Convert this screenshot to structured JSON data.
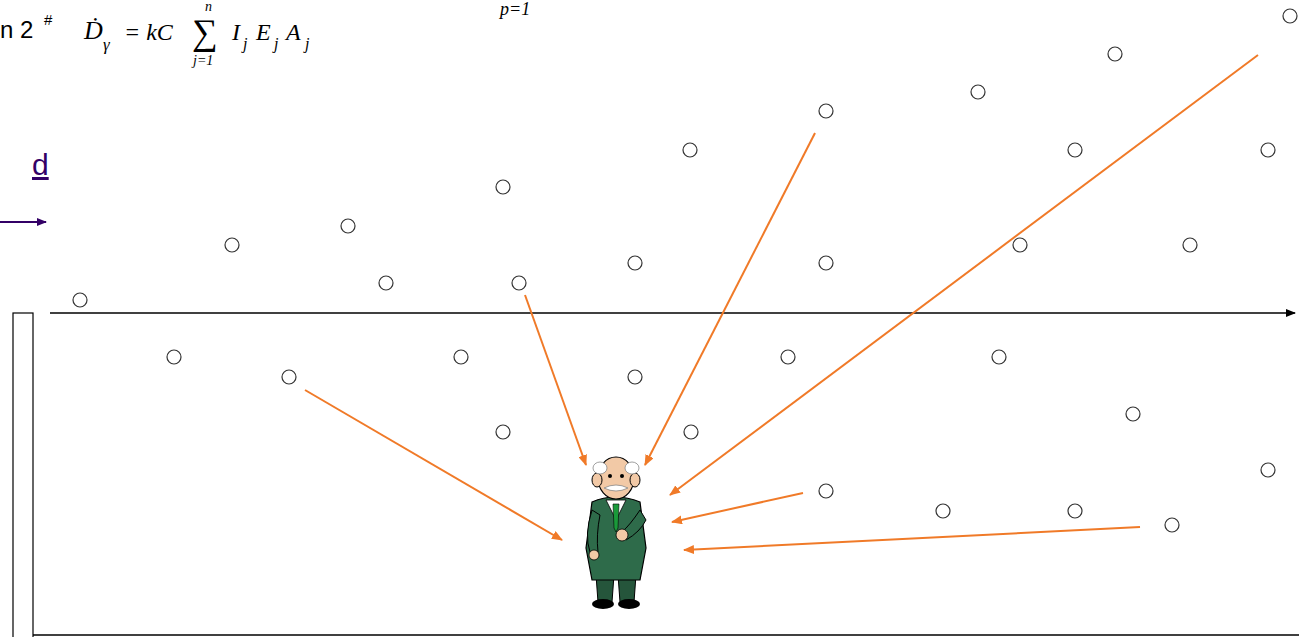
{
  "diagram": {
    "labels": [
      "n 2",
      "#",
      "Ḋ",
      "γ",
      "= kC",
      "∑",
      "n",
      "j=1",
      "I",
      "j",
      "E",
      "j",
      "A",
      "j",
      "p=1",
      "d"
    ]
  }
}
